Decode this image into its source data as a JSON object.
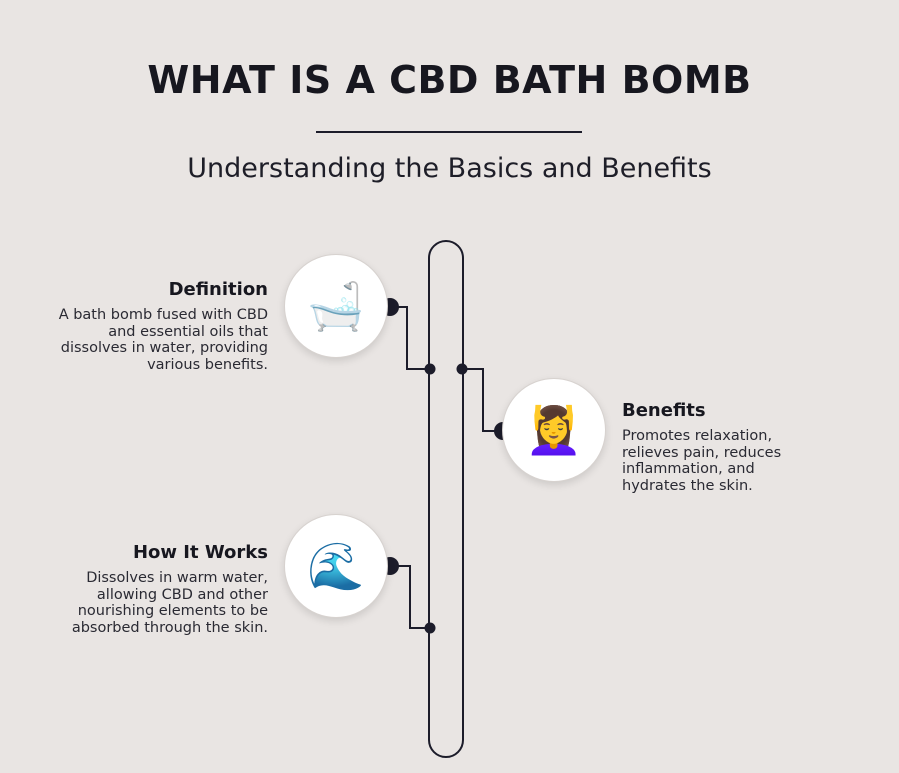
{
  "header": {
    "title": "WHAT IS A CBD BATH BOMB",
    "subtitle": "Understanding the Basics and Benefits"
  },
  "sections": [
    {
      "id": "definition",
      "heading": "Definition",
      "body": "A bath bomb fused with CBD and essential oils that dissolves in water, providing various benefits.",
      "icon": "bathtub-icon",
      "glyph": "🛁"
    },
    {
      "id": "benefits",
      "heading": "Benefits",
      "body": "Promotes relaxation, relieves pain, reduces inflammation, and hydrates the skin.",
      "icon": "head-massage-icon",
      "glyph": "💆‍♀️"
    },
    {
      "id": "how-it-works",
      "heading": "How It Works",
      "body": "Dissolves in warm water, allowing CBD and other nourishing elements to be absorbed through the skin.",
      "icon": "water-wave-icon",
      "glyph": "🌊"
    }
  ],
  "colors": {
    "background": "#e9e5e3",
    "line": "#1c1c2a",
    "text": "#17171f"
  }
}
